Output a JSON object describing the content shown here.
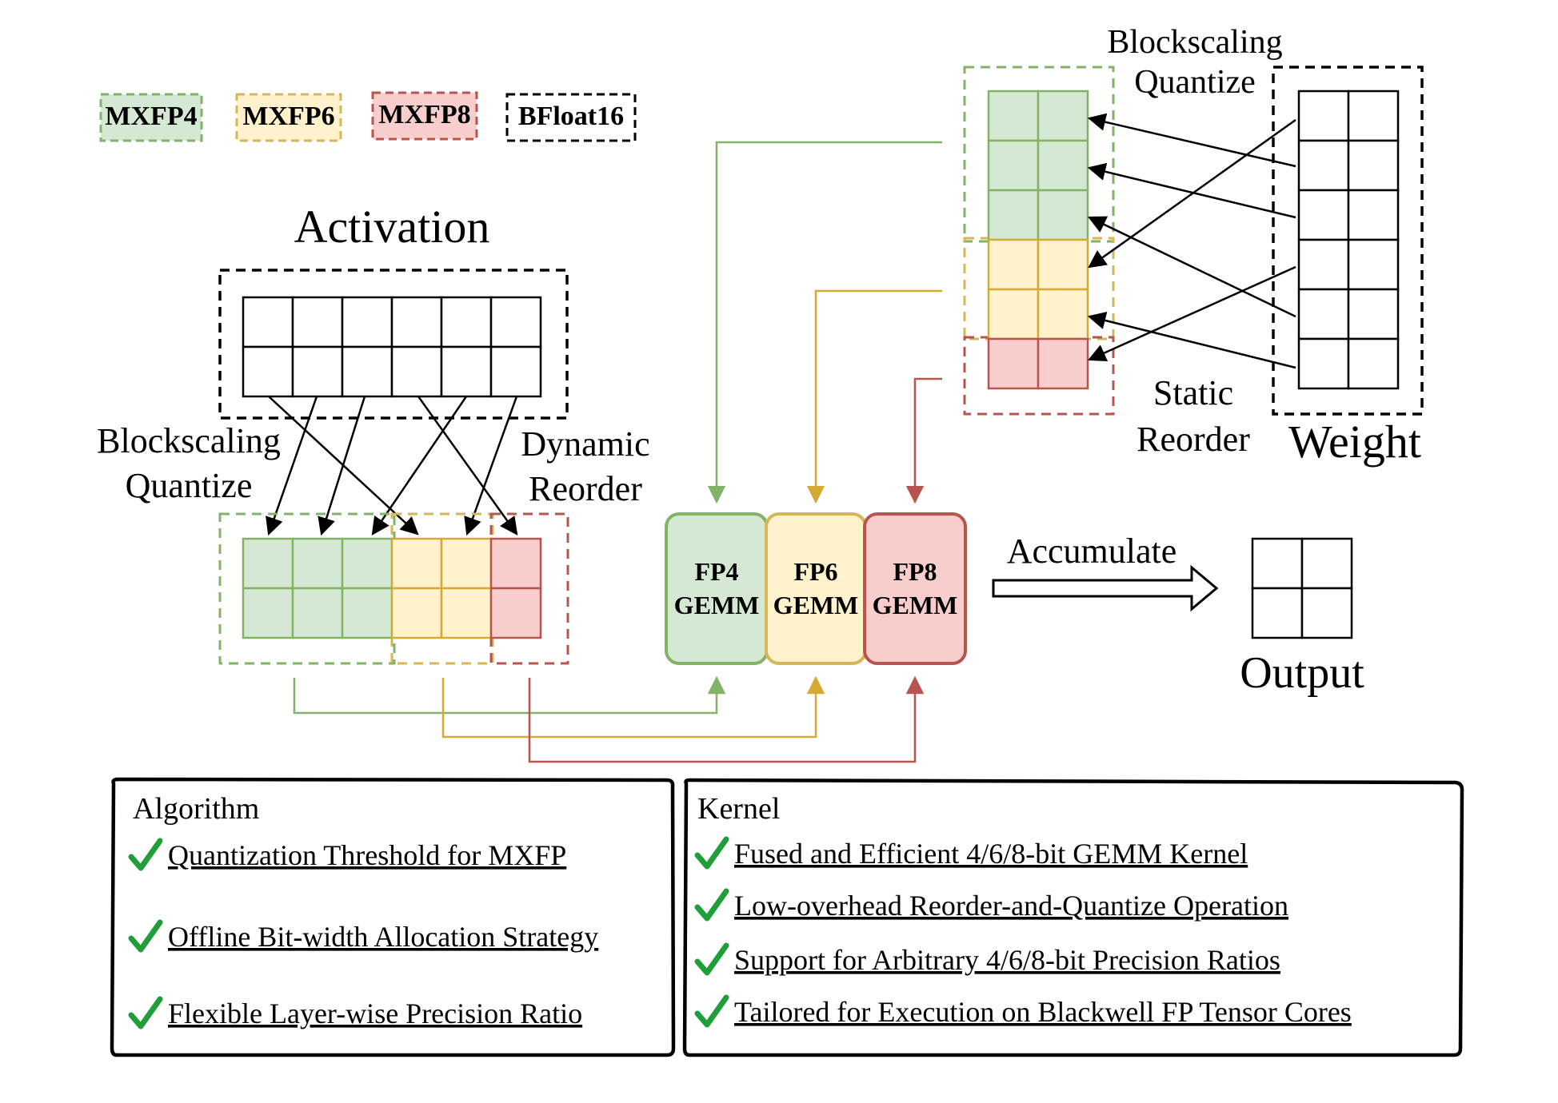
{
  "legend": [
    {
      "label": "MXFP4",
      "fill": "#d5e8d4",
      "stroke": "#82b366"
    },
    {
      "label": "MXFP6",
      "fill": "#fff2cc",
      "stroke": "#d6b656"
    },
    {
      "label": "MXFP8",
      "fill": "#f8cecc",
      "stroke": "#b85450"
    },
    {
      "label": "BFloat16",
      "fill": "#ffffff",
      "stroke": "#000000"
    }
  ],
  "activation": {
    "title": "Activation",
    "left_label_line1": "Blockscaling",
    "left_label_line2": "Quantize",
    "right_label_line1": "Dynamic",
    "right_label_line2": "Reorder"
  },
  "weight": {
    "title": "Weight",
    "top_label_line1": "Blockscaling",
    "top_label_line2": "Quantize",
    "mid_label_line1": "Static",
    "mid_label_line2": "Reorder"
  },
  "gemm": [
    {
      "line1": "FP4",
      "line2": "GEMM"
    },
    {
      "line1": "FP6",
      "line2": "GEMM"
    },
    {
      "line1": "FP8",
      "line2": "GEMM"
    }
  ],
  "accumulate_label": "Accumulate",
  "output_label": "Output",
  "algorithm": {
    "title": "Algorithm",
    "items": [
      "Quantization Threshold for MXFP",
      "Offline Bit-width Allocation Strategy",
      "Flexible Layer-wise Precision Ratio"
    ]
  },
  "kernel": {
    "title": "Kernel",
    "items": [
      "Fused and Efficient 4/6/8-bit GEMM Kernel",
      "Low-overhead Reorder-and-Quantize Operation",
      "Support for Arbitrary 4/6/8-bit Precision Ratios",
      "Tailored for Execution on Blackwell FP Tensor Cores"
    ]
  },
  "colors": {
    "green": "#82b366",
    "green_fill": "#d5e8d4",
    "yellow": "#d6a935",
    "yellow_fill": "#fff2cc",
    "red": "#b85450",
    "red_fill": "#f8cecc",
    "check": "#1f9e3a"
  }
}
